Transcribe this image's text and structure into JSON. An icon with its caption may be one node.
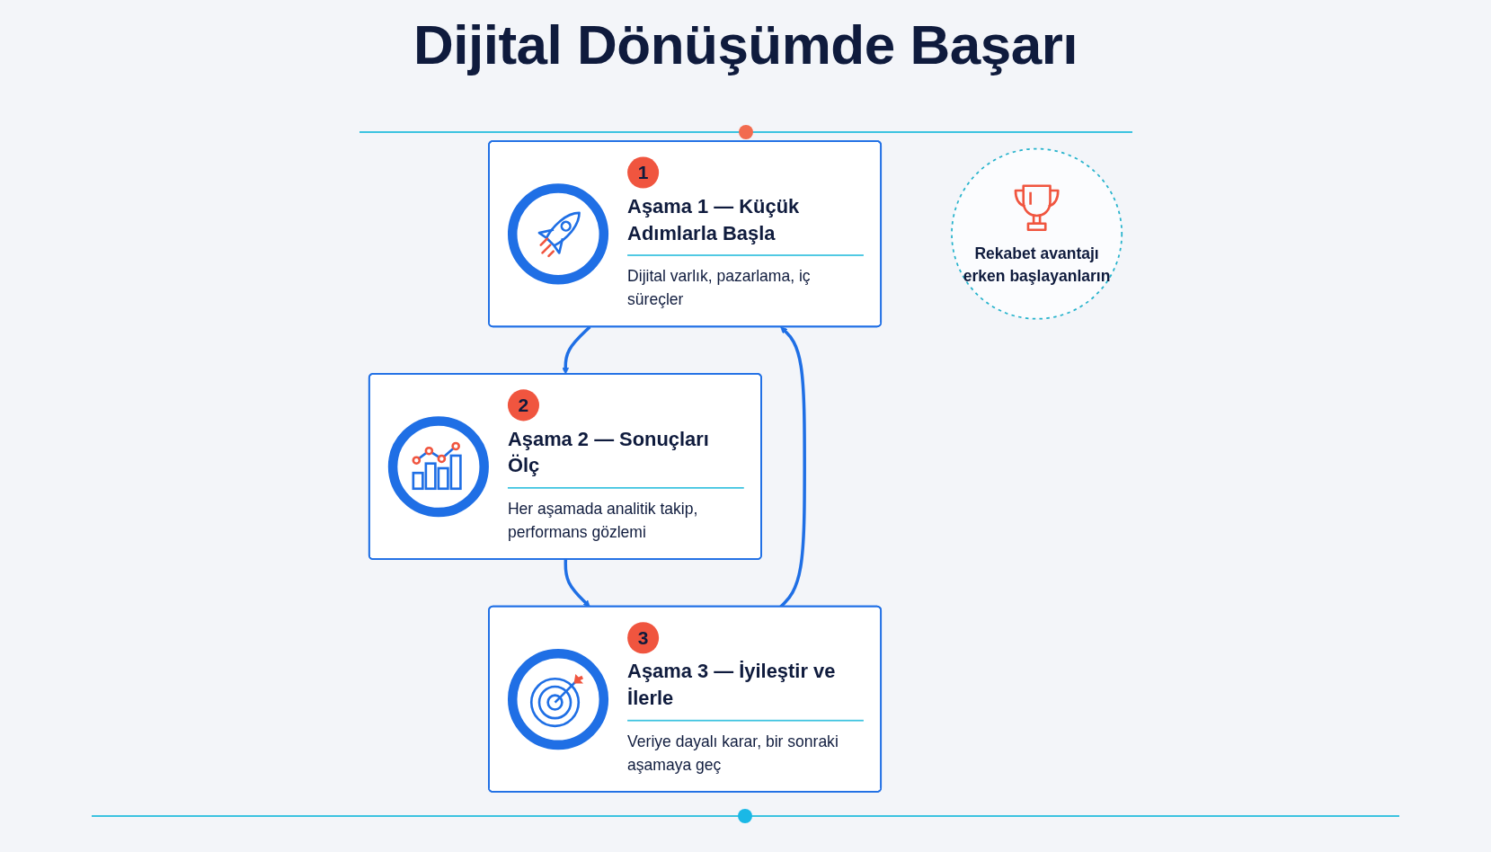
{
  "diagram": {
    "title": "Dijital Dönüşümde Başarı",
    "nodes": [
      {
        "text": [
          "1",
          "Aşama 1 — Küçük Adımlarla Başla",
          "Dijital varlık, pazarlama, iç süreçler"
        ]
      },
      {
        "text": [
          "2",
          "Aşama 2 — Sonuçları Ölç",
          "Her aşamada analitik takip, performans gözlemi"
        ]
      },
      {
        "text": [
          "3",
          "Aşama 3 — İyileştir ve İlerle",
          "Veriye dayalı karar, bir sonraki aşamaya geç"
        ]
      },
      {
        "text": [
          "Rekabet avantajı erken başlayanların"
        ]
      }
    ],
    "edges": [
      {
        "from": 0,
        "to": 1,
        "arrow": "to"
      },
      {
        "from": 1,
        "to": 2,
        "arrow": "to"
      },
      {
        "from": 2,
        "to": 0,
        "arrow": "to"
      }
    ]
  }
}
